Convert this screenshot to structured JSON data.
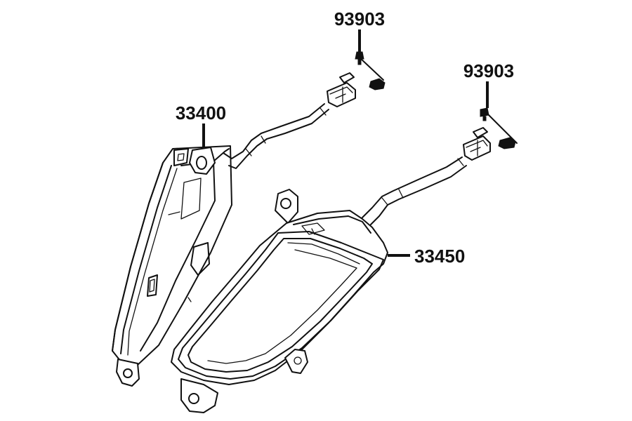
{
  "diagram": {
    "parts": [
      {
        "id": "p33400",
        "label": "33400"
      },
      {
        "id": "p33450",
        "label": "33450"
      },
      {
        "id": "p93903a",
        "label": "93903"
      },
      {
        "id": "p93903b",
        "label": "93903"
      }
    ]
  },
  "colors": {
    "line": "#111111",
    "background": "#ffffff"
  }
}
